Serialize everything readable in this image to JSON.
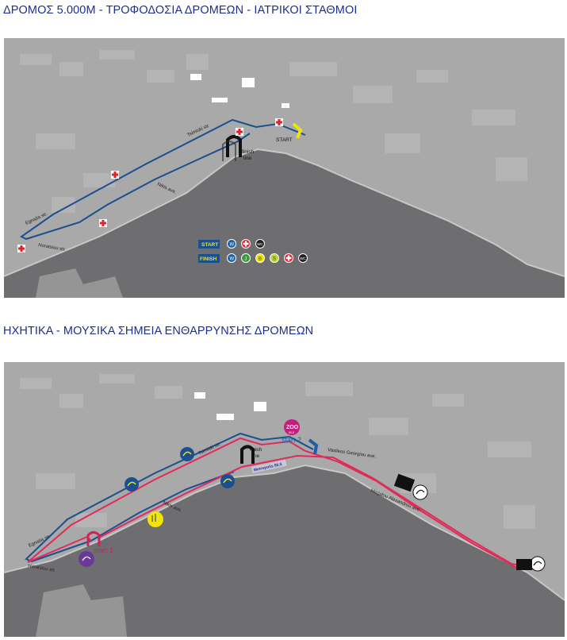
{
  "sections": [
    {
      "title": "ΔΡΟΜΟΣ 5.000Μ - ΤΡΟΦΟΔΟΣΙΑ ΔΡΟΜΕΩΝ - ΙΑΤΡΙΚΟΙ ΣΤΑΘΜΟΙ",
      "labels": {
        "start": "START",
        "finish_line_1": "finish",
        "finish_line_2": "line",
        "street_tsimiski": "Tsimiski str.",
        "street_nikis": "Nikis ave.",
        "street_egnatia": "Egnatia str.",
        "street_horatsiou": "Horatsiou str."
      },
      "legend": {
        "start_label": "START",
        "finish_label": "FINISH",
        "start_icons": [
          "water-icon",
          "medical-cross-icon",
          "wc-icon"
        ],
        "finish_icons": [
          "water-icon",
          "juice-icon",
          "banana-icon",
          "sponge-icon",
          "medical-cross-icon",
          "wc-icon"
        ],
        "water_glyph": "W",
        "wc_glyph": "WC",
        "juice_glyph": "J",
        "banana_glyph": "B",
        "sponge_glyph": "S"
      },
      "colors": {
        "route": "#1b4f8f",
        "start_marker": "#f2e600",
        "medical": "#e2222a",
        "legend_box": "#1b4f8f",
        "legend_text": "#f2e600"
      }
    },
    {
      "title": "ΗΧΗΤΙΚΑ - ΜΟΥΣΙΚΑ ΣΗΜΕΙΑ ΕΝΘΑΡΡΥΝΣΗΣ ΔΡΟΜΕΩΝ",
      "labels": {
        "start_2": "start 2",
        "start_1": "start 1",
        "finish_line_1": "finish",
        "finish_line_2": "line",
        "zoo": "ZOO",
        "zoo_sub": "90.8",
        "metropolis": "Metropolis 95.5",
        "street_vasileos": "Vasileos Georgiou ave.",
        "street_megalou": "Megalou Alexandrou ave.",
        "street_tsimiski": "Tsimiski str.",
        "street_nikis": "Nikis ave.",
        "street_egnatia": "Egnatia str.",
        "street_horatsiou": "Horatsiou str."
      },
      "colors": {
        "route_5k": "#1b4f8f",
        "route_10k": "#e02b5a",
        "start_1": "#d0225a",
        "start_2": "#1b5fa8",
        "zoo": "#c0207a",
        "music": "#f2e600"
      }
    }
  ]
}
